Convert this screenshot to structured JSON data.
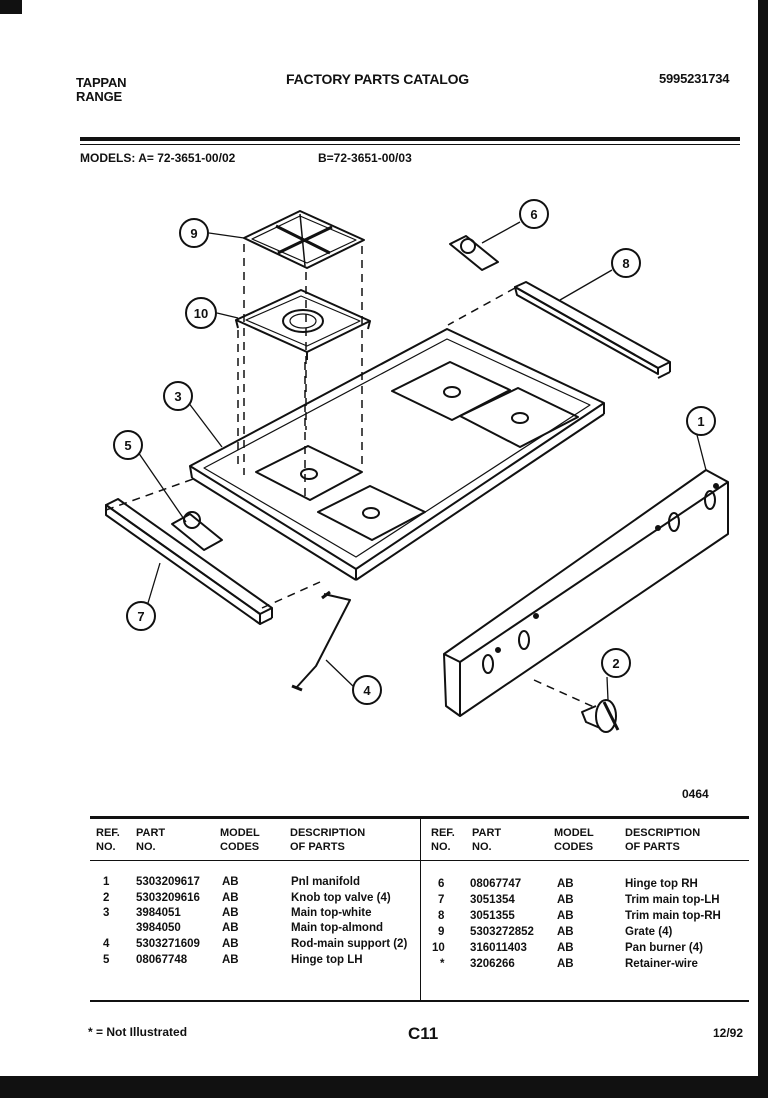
{
  "header": {
    "brand_line1": "TAPPAN",
    "brand_line2": "RANGE",
    "catalog_title": "FACTORY PARTS CATALOG",
    "catalog_number": "5995231734"
  },
  "models": {
    "label_a": "MODELS: A= 72-3651-00/02",
    "label_b": "B=72-3651-00/03"
  },
  "diagram": {
    "callouts": [
      "1",
      "2",
      "3",
      "4",
      "5",
      "6",
      "7",
      "8",
      "9",
      "10"
    ],
    "diagram_id": "0464"
  },
  "table": {
    "headers": {
      "ref_line1": "REF.",
      "ref_line2": "NO.",
      "part_line1": "PART",
      "part_line2": "NO.",
      "model_line1": "MODEL",
      "model_line2": "CODES",
      "desc_line1": "DESCRIPTION",
      "desc_line2": "OF PARTS"
    },
    "left_rows": [
      {
        "ref": "1",
        "part": "5303209617",
        "model": "AB",
        "desc": "Pnl manifold"
      },
      {
        "ref": "2",
        "part": "5303209616",
        "model": "AB",
        "desc": "Knob top valve (4)"
      },
      {
        "ref": "3",
        "part": "3984051",
        "model": "AB",
        "desc": "Main top-white"
      },
      {
        "ref": "",
        "part": "3984050",
        "model": "AB",
        "desc": "Main top-almond"
      },
      {
        "ref": "4",
        "part": "5303271609",
        "model": "AB",
        "desc": "Rod-main support (2)"
      },
      {
        "ref": "5",
        "part": "08067748",
        "model": "AB",
        "desc": "Hinge top LH"
      }
    ],
    "right_rows": [
      {
        "ref": "6",
        "part": "08067747",
        "model": "AB",
        "desc": "Hinge top RH"
      },
      {
        "ref": "7",
        "part": "3051354",
        "model": "AB",
        "desc": "Trim main top-LH"
      },
      {
        "ref": "8",
        "part": "3051355",
        "model": "AB",
        "desc": "Trim main top-RH"
      },
      {
        "ref": "9",
        "part": "5303272852",
        "model": "AB",
        "desc": "Grate (4)"
      },
      {
        "ref": "10",
        "part": "316011403",
        "model": "AB",
        "desc": "Pan burner (4)"
      },
      {
        "ref": "*",
        "part": "3206266",
        "model": "AB",
        "desc": "Retainer-wire"
      }
    ]
  },
  "footer": {
    "footnote": "* = Not Illustrated",
    "page_code": "C11",
    "date": "12/92"
  }
}
